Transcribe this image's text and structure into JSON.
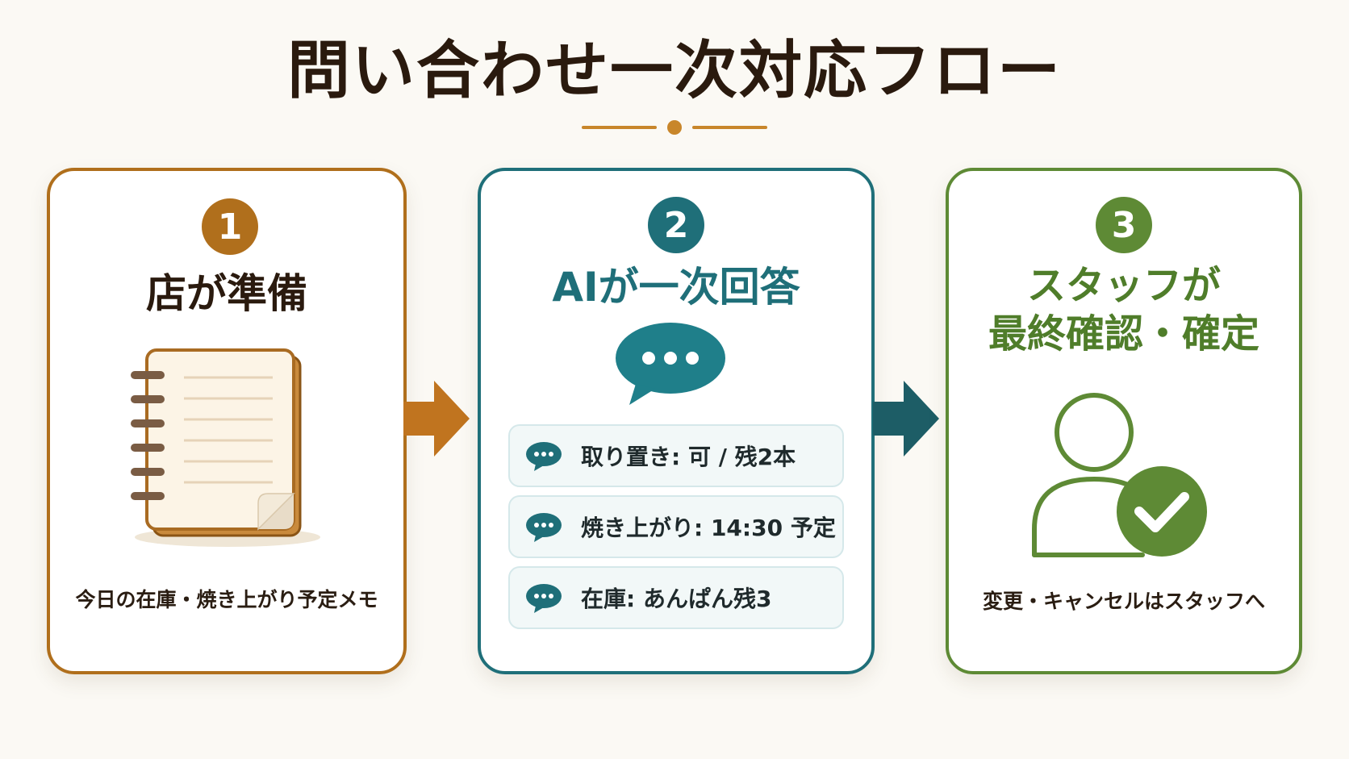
{
  "title": "問い合わせ一次対応フロー",
  "colors": {
    "step1": "#b06f1c",
    "step2": "#1f6f79",
    "step3": "#5e8a35",
    "background": "#fbf9f4"
  },
  "steps": [
    {
      "number": "1",
      "heading": "店が準備",
      "icon": "notebook-icon",
      "caption": "今日の在庫・焼き上がり予定メモ"
    },
    {
      "number": "2",
      "heading": "AIが一次回答",
      "icon": "chat-bubble-icon",
      "replies": [
        {
          "icon": "chat-dots-icon",
          "text": "取り置き: 可 / 残2本"
        },
        {
          "icon": "chat-dots-icon",
          "text": "焼き上がり: 14:30 予定"
        },
        {
          "icon": "chat-dots-icon",
          "text": "在庫: あんぱん残3"
        }
      ]
    },
    {
      "number": "3",
      "heading_line1": "スタッフが",
      "heading_line2": "最終確認・確定",
      "icon": "person-check-icon",
      "caption": "変更・キャンセルはスタッフへ"
    }
  ]
}
